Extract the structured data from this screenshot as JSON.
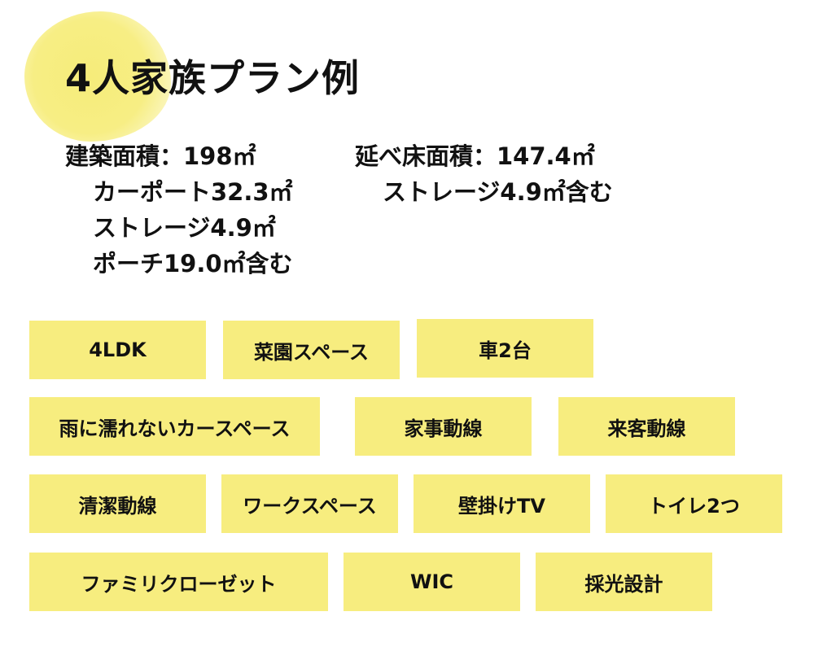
{
  "title": "4人家族プラン例",
  "building_area": {
    "heading": "建築面積：198㎡",
    "lines": [
      "カーポート32.3㎡",
      "ストレージ4.9㎡",
      "ポーチ19.0㎡含む"
    ]
  },
  "floor_area": {
    "heading": "延べ床面積：147.4㎡",
    "lines": [
      "ストレージ4.9㎡含む"
    ]
  },
  "tags": [
    "4LDK",
    "菜園スペース",
    "車2台",
    "雨に濡れないカースペース",
    "家事動線",
    "来客動線",
    "清潔動線",
    "ワークスペース",
    "壁掛けTV",
    "トイレ2つ",
    "ファミリクローゼット",
    "WIC",
    "採光設計"
  ],
  "colors": {
    "tag_background": "#f7ed7f",
    "accent_blob": "#f6ec7a",
    "text": "#111111"
  }
}
